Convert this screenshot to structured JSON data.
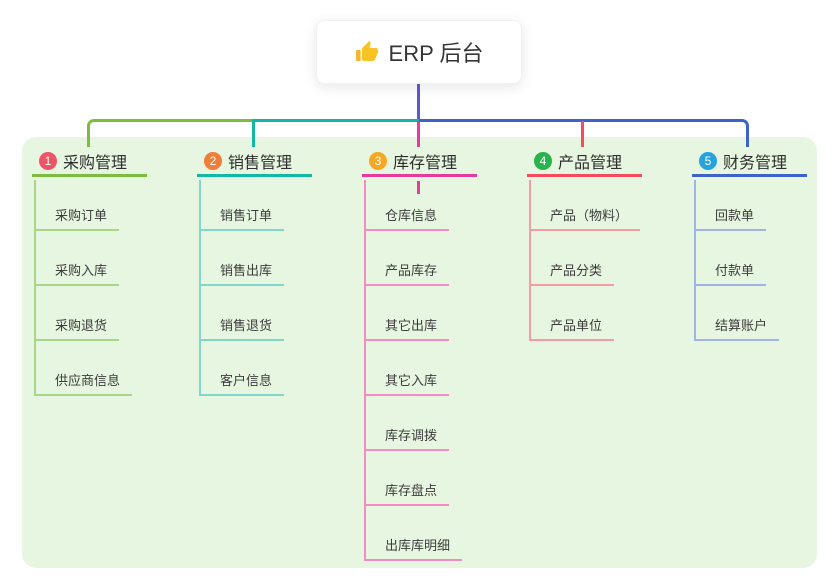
{
  "root": {
    "label": "ERP 后台",
    "icon": "thumbs-up-icon"
  },
  "branches": [
    {
      "badge": "1",
      "label": "采购管理",
      "color": "#7cbd40",
      "light_color": "#a9d588",
      "badge_color": "#ed5565",
      "children": [
        "采购订单",
        "采购入库",
        "采购退货",
        "供应商信息"
      ]
    },
    {
      "badge": "2",
      "label": "销售管理",
      "color": "#13b8a5",
      "light_color": "#81d7cb",
      "badge_color": "#ef7e38",
      "children": [
        "销售订单",
        "销售出库",
        "销售退货",
        "客户信息"
      ]
    },
    {
      "badge": "3",
      "label": "库存管理",
      "color": "#e8399c",
      "light_color": "#f18cc4",
      "badge_color": "#f7a823",
      "children": [
        "仓库信息",
        "产品库存",
        "其它出库",
        "其它入库",
        "库存调拨",
        "库存盘点",
        "出库库明细"
      ]
    },
    {
      "badge": "4",
      "label": "产品管理",
      "color": "#f54b5e",
      "light_color": "#f79ba3",
      "badge_color": "#28b34c",
      "children": [
        "产品（物料）",
        "产品分类",
        "产品单位"
      ]
    },
    {
      "badge": "5",
      "label": "财务管理",
      "color": "#3e63c8",
      "light_color": "#a0b3e5",
      "badge_color": "#24a3dc",
      "children": [
        "回款单",
        "付款单",
        "结算账户"
      ]
    }
  ],
  "colors": {
    "root_connector": "#5b59d1",
    "panel_background": "#e6f6e0"
  }
}
